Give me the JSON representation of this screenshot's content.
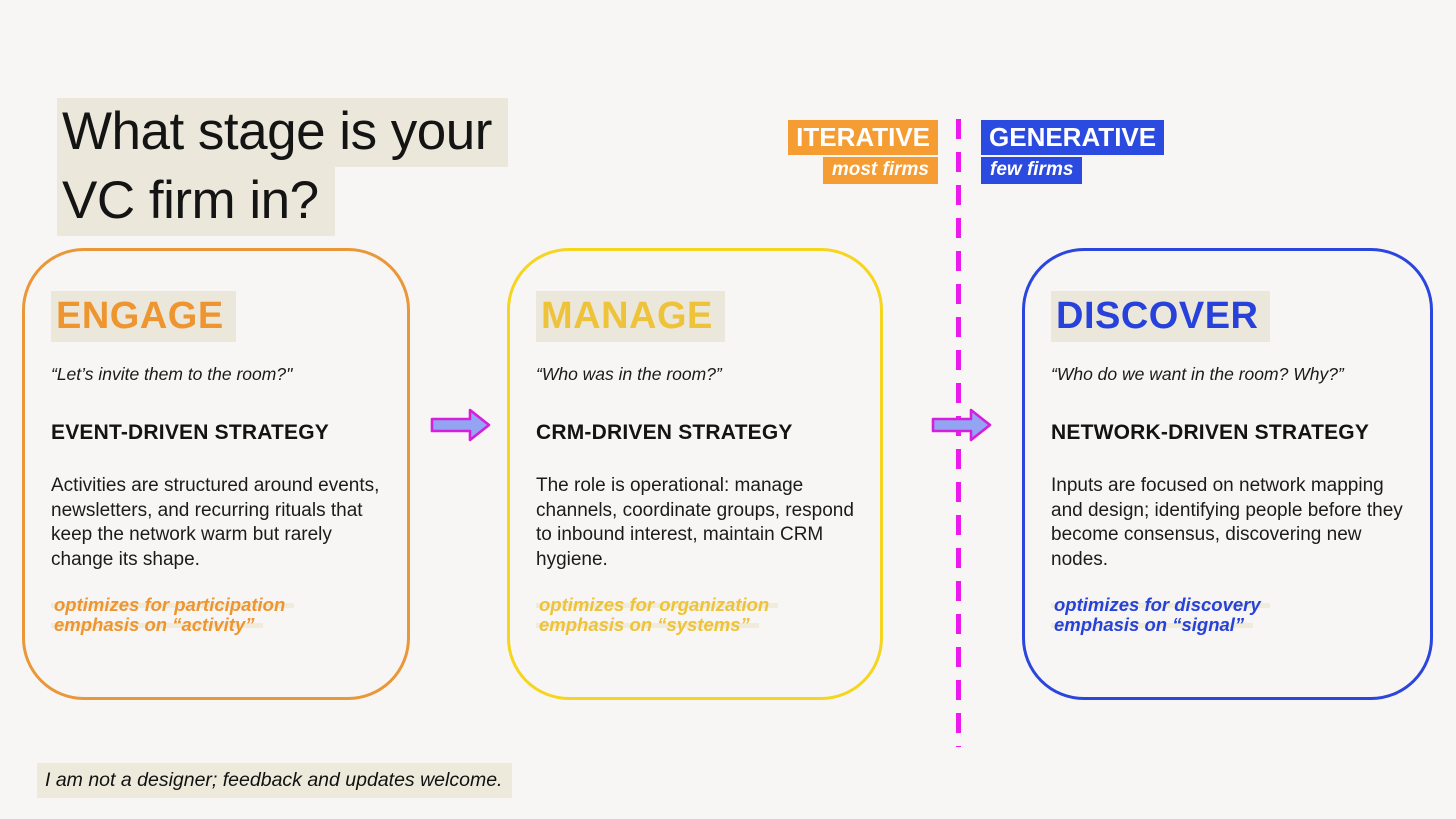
{
  "title": {
    "line1": "What stage is your",
    "line2": "VC firm in?"
  },
  "divider": {
    "left": {
      "label": "ITERATIVE",
      "sublabel": "most firms",
      "color": "#F59C33"
    },
    "right": {
      "label": "GENERATIVE",
      "sublabel": "few firms",
      "color": "#2B4AE0"
    },
    "line_color": "#ED1AED"
  },
  "cards": [
    {
      "title": "ENGAGE",
      "accent": "#EE9530",
      "border_color": "#EA973A",
      "quote": "“Let’s invite them to the room?\"",
      "strategy": "EVENT-DRIVEN STRATEGY",
      "body": "Activities are structured around events, newsletters, and recurring rituals that keep the network warm but rarely change its shape.",
      "tags": [
        "optimizes for participation",
        "emphasis on “activity”"
      ]
    },
    {
      "title": "MANAGE",
      "accent": "#EEC339",
      "border_color": "#F6D51F",
      "quote": "“Who was in the room?”",
      "strategy": "CRM-DRIVEN STRATEGY",
      "body": "The role is operational: manage channels, coordinate groups, respond to inbound interest, maintain CRM hygiene.",
      "tags": [
        "optimizes for organization",
        "emphasis on “systems”"
      ]
    },
    {
      "title": "DISCOVER",
      "accent": "#2742DA",
      "border_color": "#2B46DD",
      "quote": "“Who do we want in the room? Why?”",
      "strategy": "NETWORK-DRIVEN STRATEGY",
      "body": "Inputs are focused on network mapping and design; identifying people before they become consensus, discovering new nodes.",
      "tags": [
        "optimizes for discovery",
        "emphasis on “signal”"
      ]
    }
  ],
  "arrow": {
    "fill": "#93A4F2",
    "stroke": "#D61EDC"
  },
  "highlight_color": "#EBE7DA",
  "background_color": "#F7F6F4",
  "footer": {
    "text": "I am not a designer; feedback and updates welcome."
  }
}
